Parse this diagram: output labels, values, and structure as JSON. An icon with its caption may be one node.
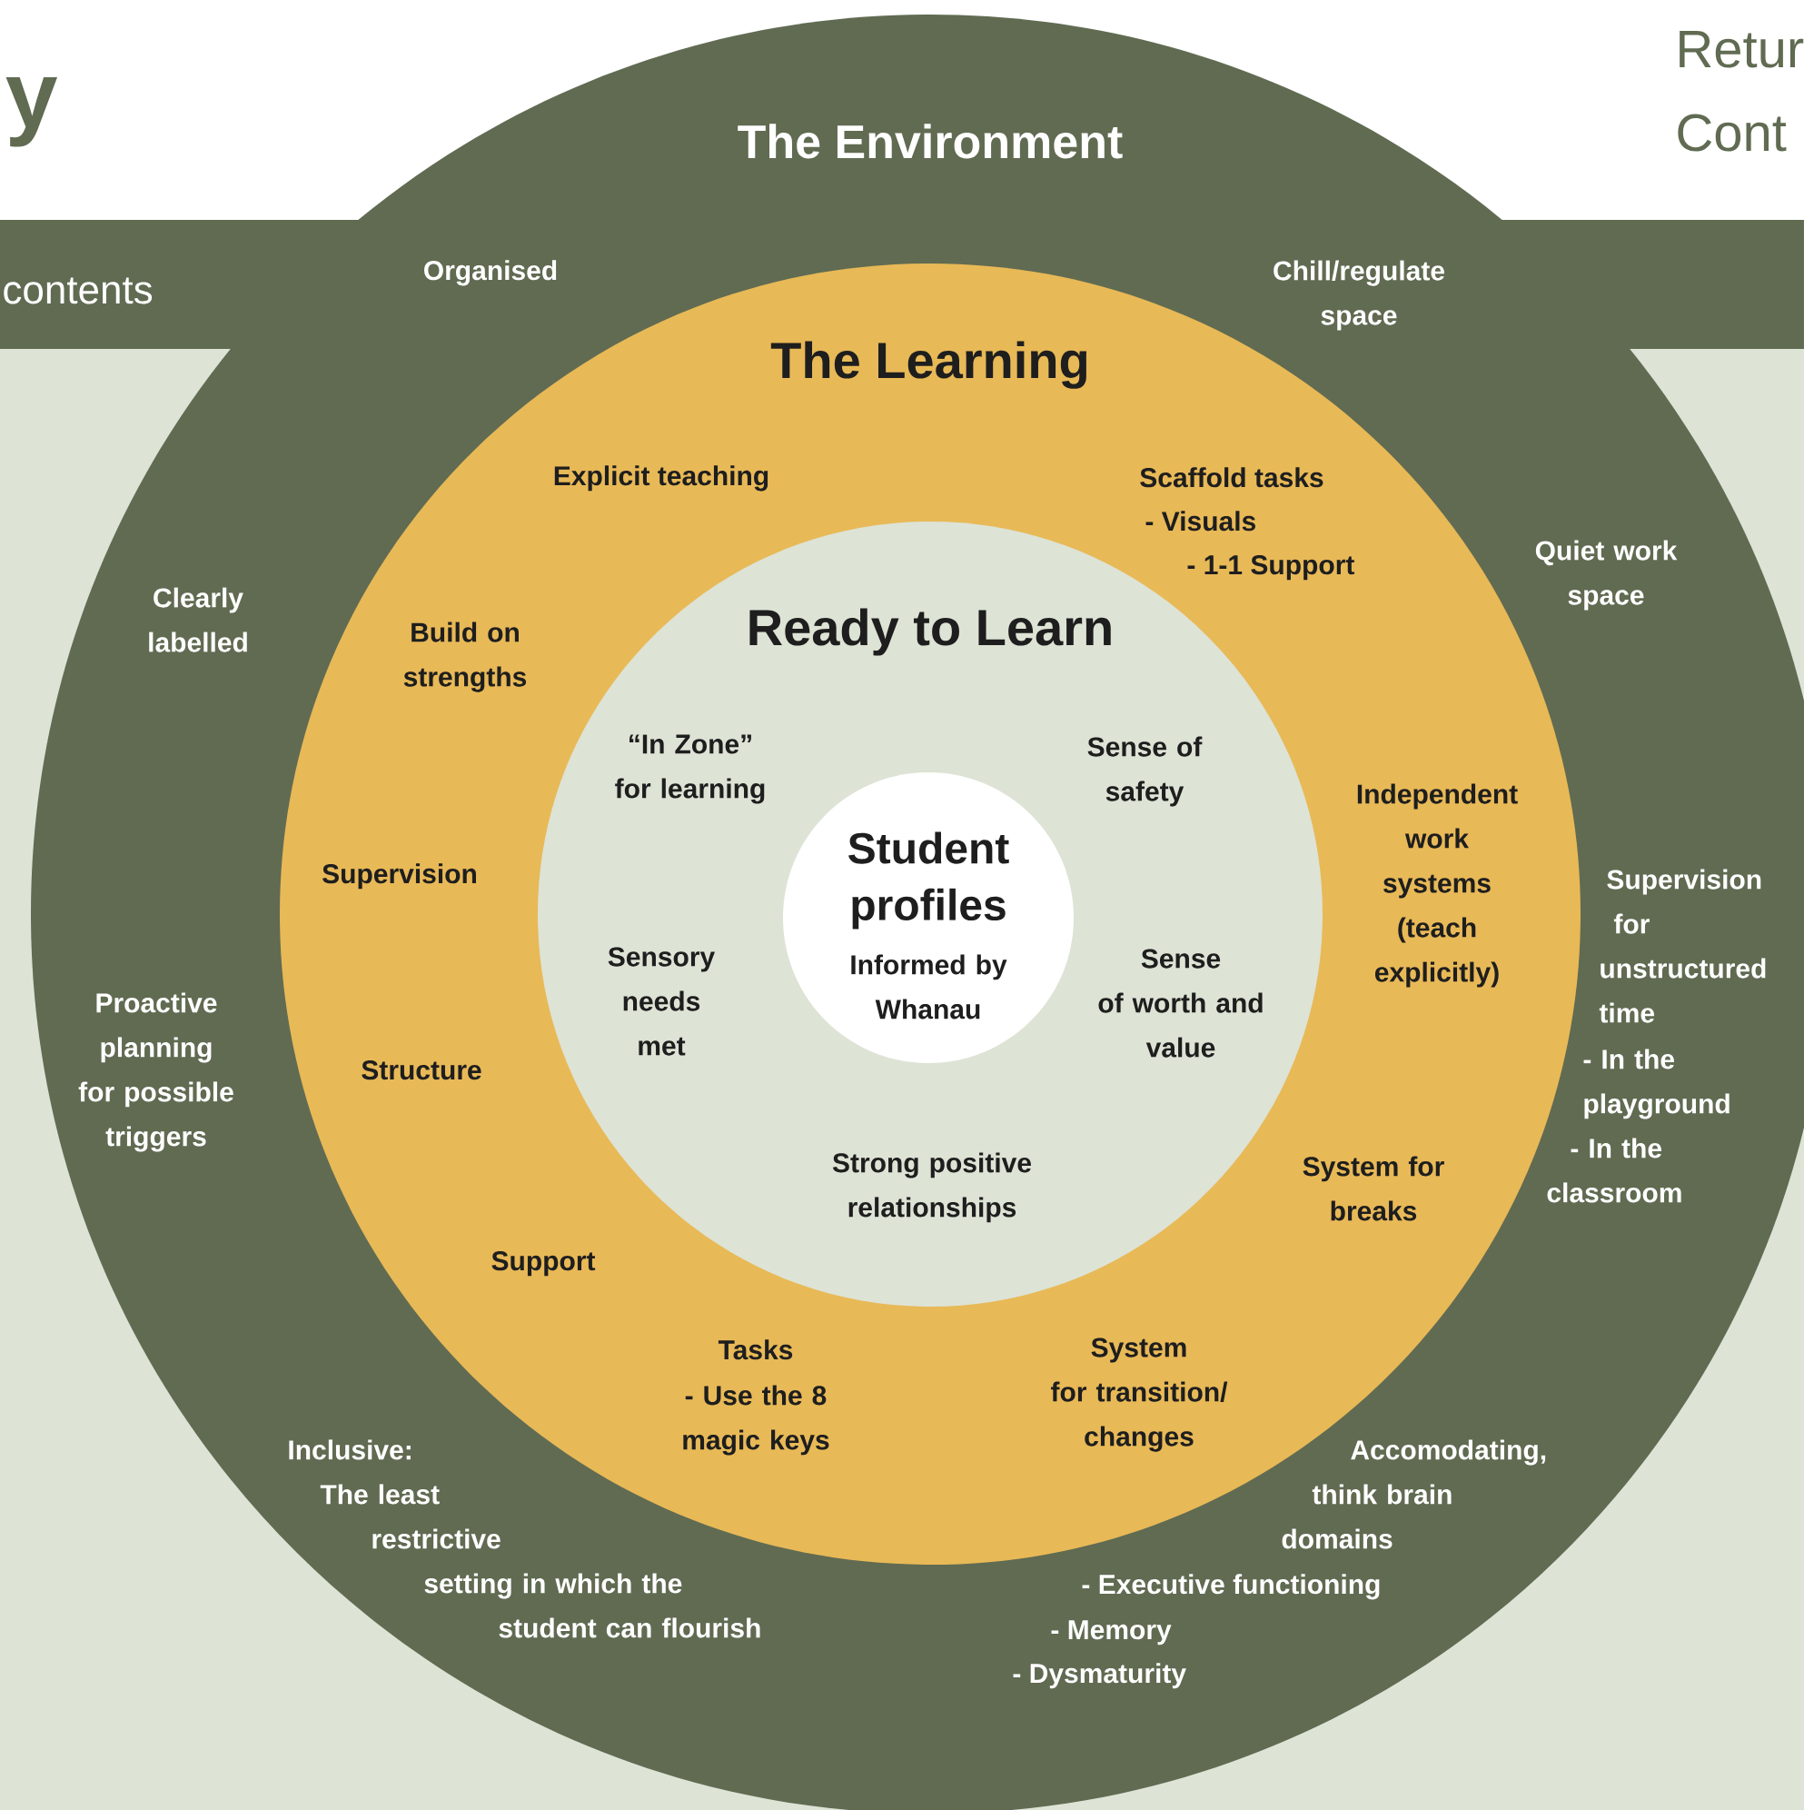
{
  "diagram": {
    "nodes": [
      {
        "text": [
          "The Environment"
        ]
      },
      {
        "text": [
          "The Learning"
        ],
        "in": 0
      },
      {
        "text": [
          "Ready to Learn"
        ],
        "in": 1
      },
      {
        "text": [
          "Student profiles",
          "Informed by Whanau"
        ],
        "in": 2
      }
    ],
    "labels": [
      "y",
      "Retur",
      "Cont",
      "contents",
      "Organised",
      "Chill/regulate space",
      "Explicit teaching",
      "Scaffold tasks",
      "- Visuals",
      "Quiet work space",
      "- 1-1 Support",
      "Clearly labelled",
      "Build on strengths",
      "“In Zone” for learning",
      "Sense of safety",
      "Independent work systems (teach explicitly)",
      "Supervision",
      "Proactive planning for possible triggers",
      "Sensory needs met",
      "Sense of worth and value",
      "Supervision for unstructured time",
      "Structure",
      "- In the playground",
      "Strong positive relationships",
      "System for breaks",
      "- In the classroom",
      "Support",
      "Tasks",
      "- Use the 8 magic keys",
      "System for transition/ changes",
      "Inclusive: The least restrictive setting in which the student can flourish",
      "Accomodating, think brain domains",
      "- Executive functioning",
      "- Memory",
      "- Dysmaturity"
    ]
  }
}
